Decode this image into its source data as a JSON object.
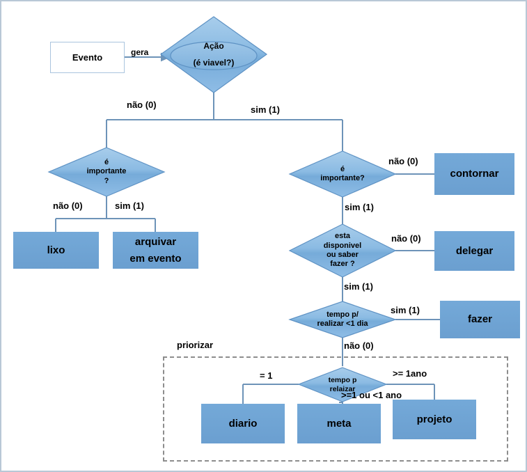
{
  "diagram": {
    "title": "Fluxograma de decisao de acoes",
    "colors": {
      "shape_fill": "#6fa3d4",
      "shape_fill_light": "#8fbce4",
      "shape_border": "#5a8cbd",
      "connector": "#6d93b8",
      "group_border": "#8d8d8d",
      "canvas_border": "#b9c8d6",
      "white_box_border": "#a9c4de",
      "text": "#000000"
    },
    "nodes": {
      "evento": {
        "label": "Evento",
        "type": "process-white"
      },
      "acao": {
        "line1": "Ação",
        "line2": "(é viavel?)",
        "type": "decision"
      },
      "importante_esq": {
        "line1": "é",
        "line2": "importante",
        "line3": "?",
        "type": "decision"
      },
      "lixo": {
        "label": "lixo",
        "type": "terminal"
      },
      "arquivar": {
        "line1": "arquivar",
        "line2": "em evento",
        "type": "terminal"
      },
      "importante_dir": {
        "line1": "é",
        "line2": "importante?",
        "type": "decision"
      },
      "contornar": {
        "label": "contornar",
        "type": "terminal"
      },
      "disponivel": {
        "line1": "esta",
        "line2": "disponivel",
        "line3": "ou saber",
        "line4": "fazer ?",
        "type": "decision"
      },
      "delegar": {
        "label": "delegar",
        "type": "terminal"
      },
      "tempo_dia": {
        "line1": "tempo p/",
        "line2": "realizar <1 dia",
        "type": "decision"
      },
      "fazer": {
        "label": "fazer",
        "type": "terminal"
      },
      "tempo_realizar": {
        "line1": "tempo p",
        "line2": "relaizar",
        "type": "decision"
      },
      "diario": {
        "label": "diario",
        "type": "terminal"
      },
      "meta": {
        "label": "meta",
        "type": "terminal"
      },
      "projeto": {
        "label": "projeto",
        "type": "terminal"
      }
    },
    "edge_labels": {
      "gera": "gera",
      "acao_nao": "não (0)",
      "acao_sim": "sim (1)",
      "imp_esq_nao": "não (0)",
      "imp_esq_sim": "sim (1)",
      "imp_dir_nao": "não (0)",
      "imp_dir_sim": "sim (1)",
      "disp_nao": "não (0)",
      "disp_sim": "sim (1)",
      "tempo_dia_sim": "sim (1)",
      "tempo_dia_nao": "não (0)",
      "tr_igual1": "= 1",
      "tr_maior1ano": ">= 1ano",
      "tr_meio": ">=1 ou <1 ano"
    },
    "group": {
      "label": "priorizar"
    }
  }
}
